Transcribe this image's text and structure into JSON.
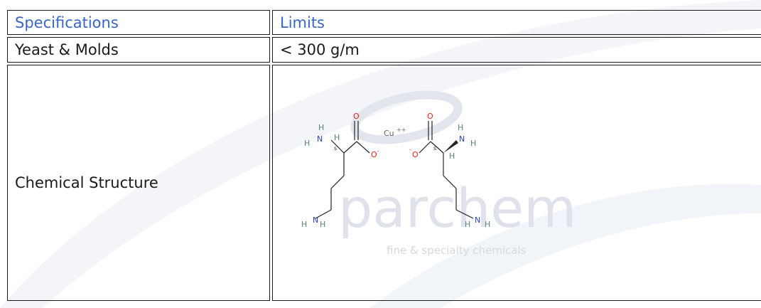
{
  "table": {
    "header": {
      "specifications": "Specifications",
      "limits": "Limits"
    },
    "rows": [
      {
        "spec": "Yeast & Molds",
        "limit": "< 300 g/m"
      },
      {
        "spec": "Chemical Structure",
        "limit": ""
      }
    ]
  },
  "structure": {
    "atoms": {
      "O": "O",
      "N": "N",
      "H": "H",
      "S": "s",
      "Cu": "Cu",
      "Cu_charge": "++",
      "O_charge": "-"
    }
  },
  "watermark": {
    "brand": "parchem",
    "tagline": "fine & specialty chemicals"
  },
  "colors": {
    "header_text": "#3a66c4",
    "border": "#1a1a1a",
    "oxygen": "#e8241c",
    "nitrogen": "#2f3fbf",
    "hydrogen": "#5a7f7f",
    "watermark": "#d9dde6"
  }
}
